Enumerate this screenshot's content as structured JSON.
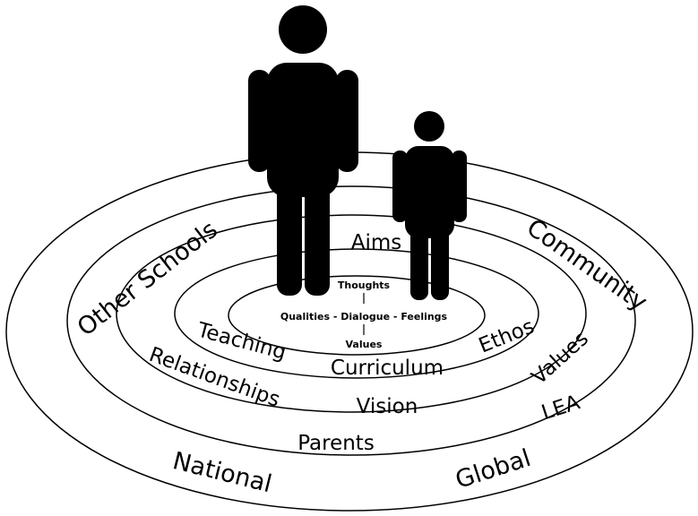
{
  "diagram": {
    "core": {
      "top": "Thoughts",
      "middle": "Qualities - Dialogue - Feelings",
      "bottom": "Values"
    },
    "ring_labels": {
      "aims": "Aims",
      "teaching": "Teaching",
      "curriculum": "Curriculum",
      "ethos": "Ethos",
      "relationships": "Relationships",
      "vision": "Vision",
      "values": "Values",
      "lea": "LEA",
      "parents": "Parents",
      "other_schools": "Other Schools",
      "community": "Community",
      "national": "National",
      "global": "Global"
    },
    "colors": {
      "ink": "#000000",
      "background": "#ffffff"
    }
  }
}
